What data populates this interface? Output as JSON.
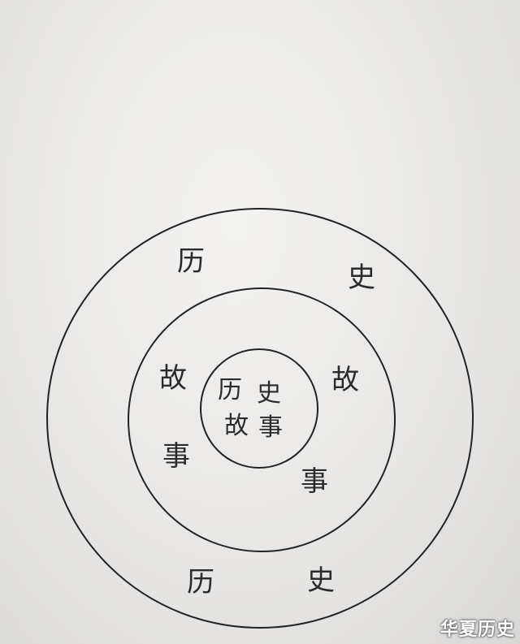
{
  "outer_ring": {
    "top_left": "历",
    "top_right": "史",
    "bottom_left": "历",
    "bottom_right": "史"
  },
  "middle_ring": {
    "left_top": "故",
    "left_bottom": "事",
    "right_top": "故",
    "right_bottom": "事"
  },
  "inner_circle": {
    "row1_left": "历",
    "row1_right": "史",
    "row2_left": "故",
    "row2_right": "事"
  },
  "watermark": "华夏历史"
}
